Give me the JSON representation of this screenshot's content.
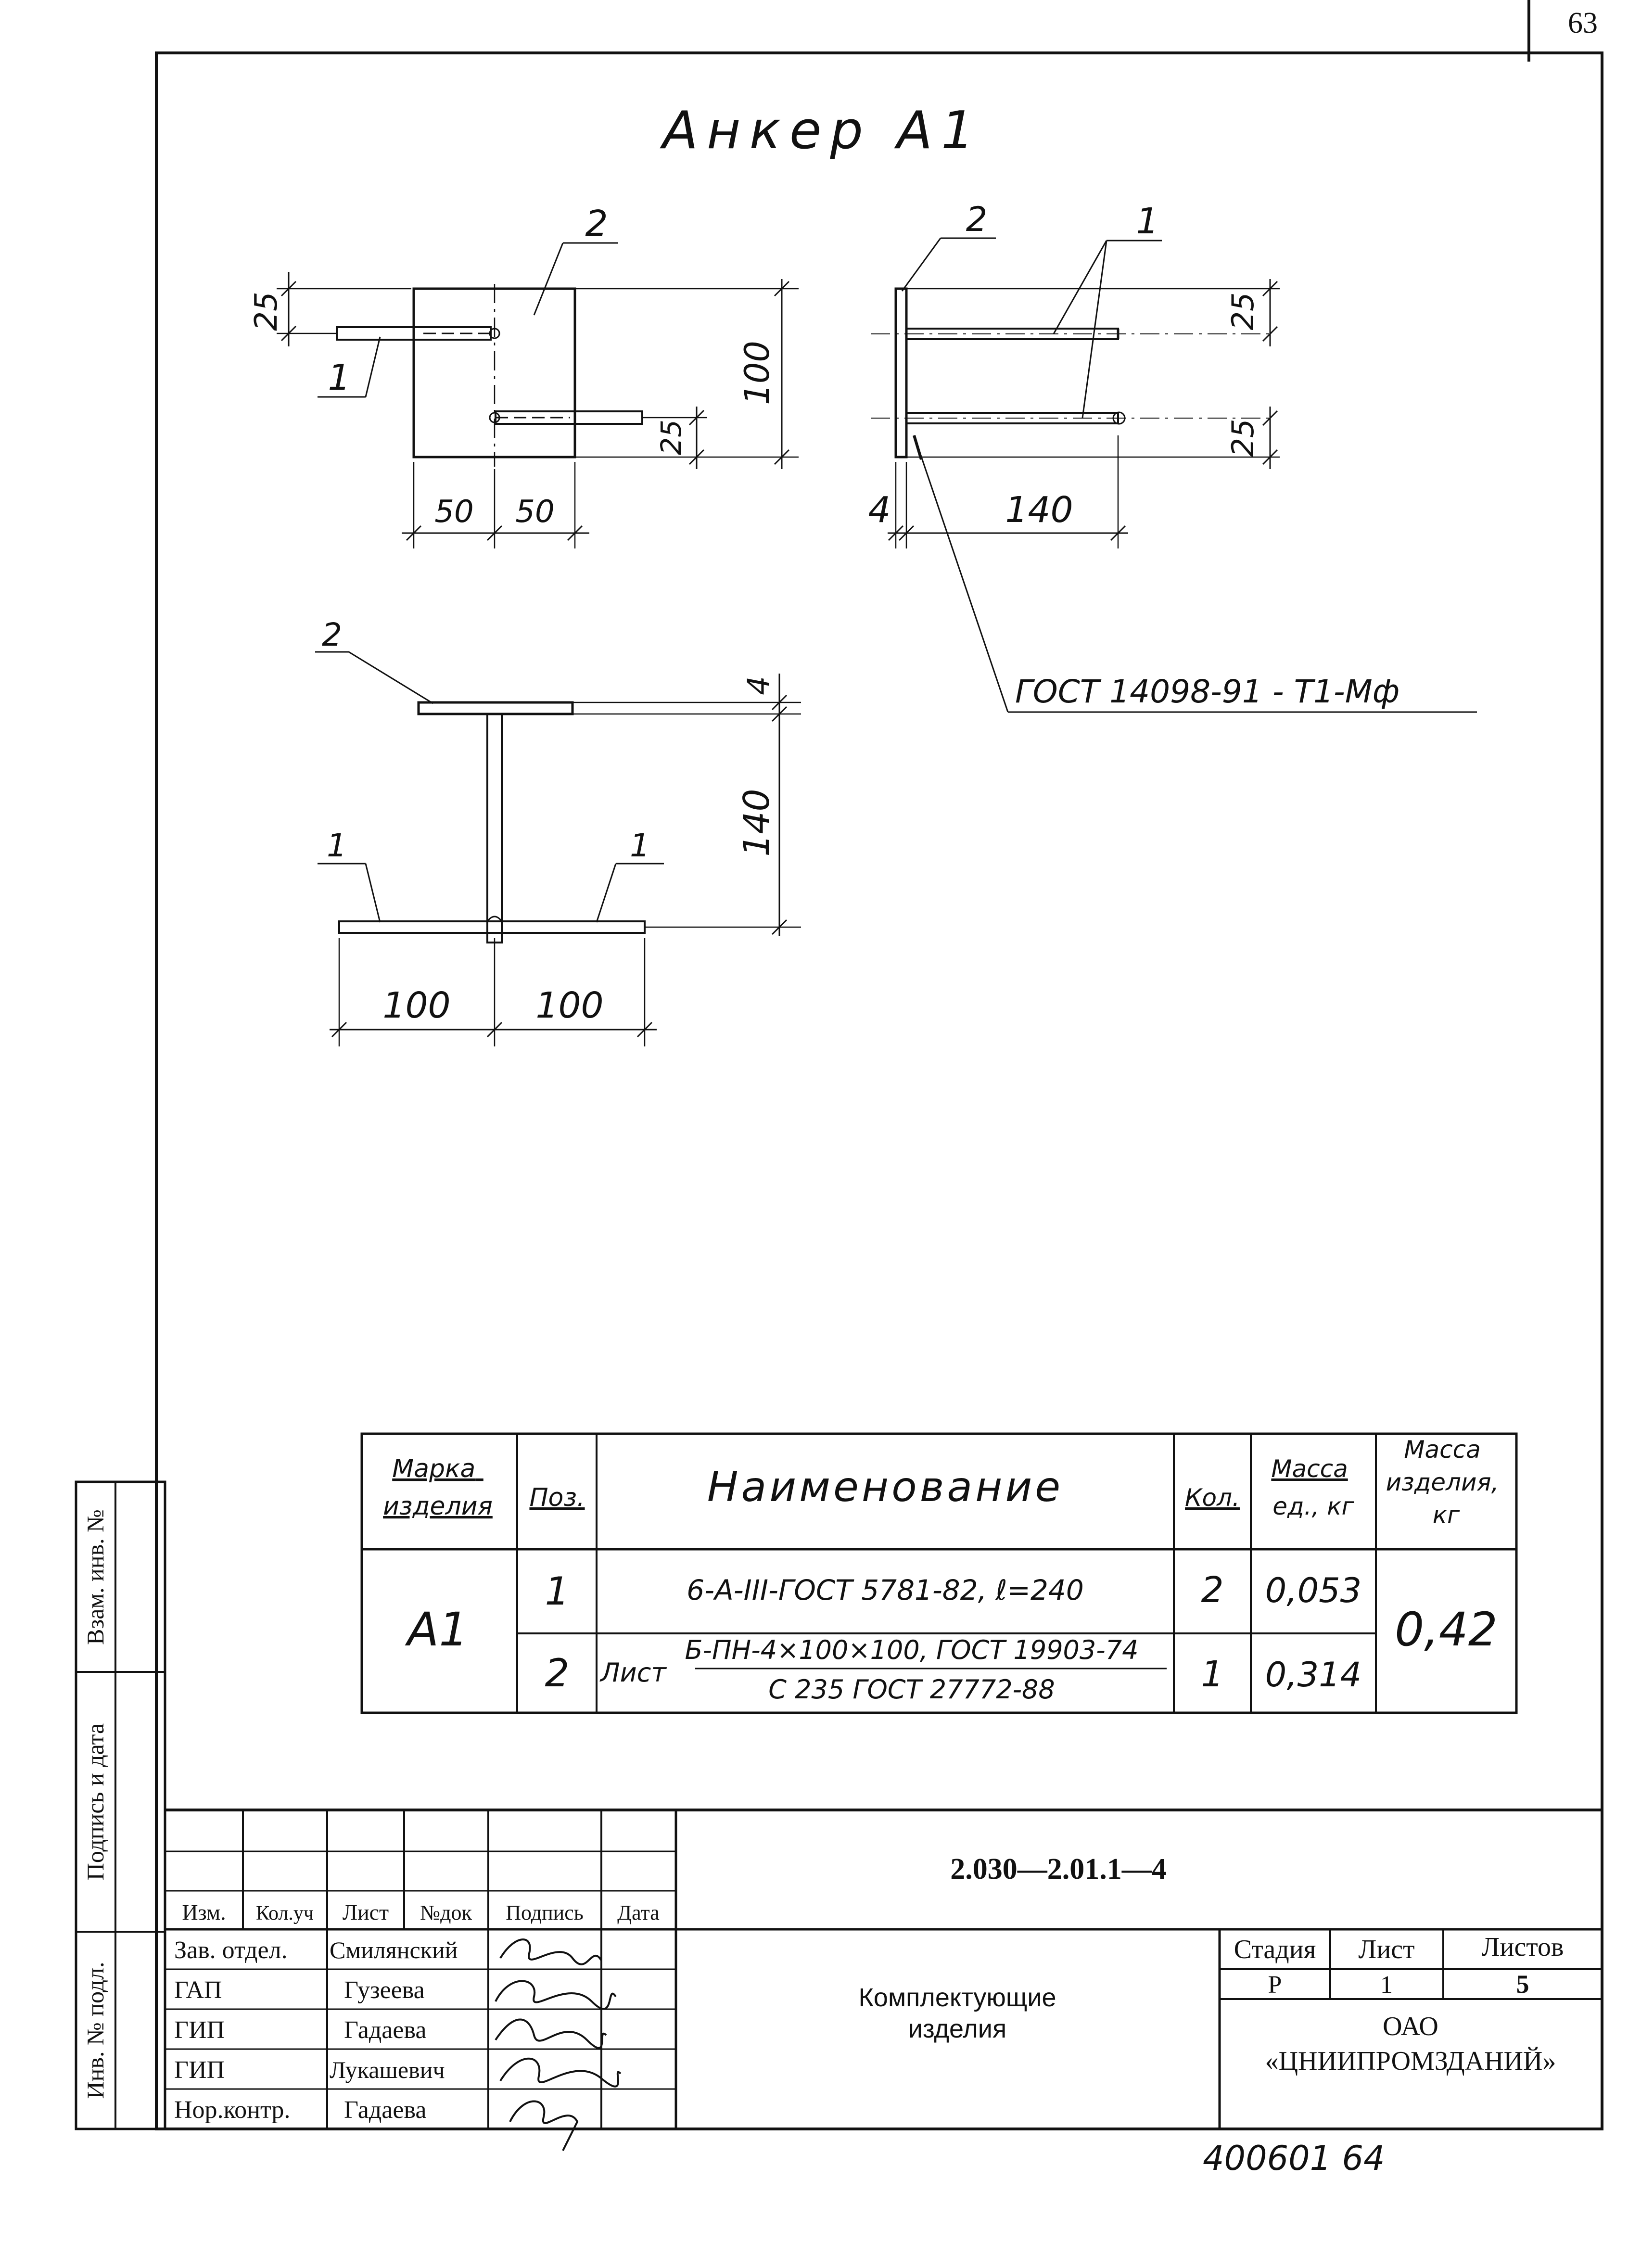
{
  "page_number": "63",
  "drawing_title": "Анкер А1",
  "dimensions": {
    "front_top_offset": "25",
    "front_bottom_offset": "25",
    "front_height": "100",
    "front_left_width": "50",
    "front_right_width": "50",
    "side_top_offset": "25",
    "side_bottom_offset": "25",
    "side_plate_thickness": "4",
    "side_bar_length": "140",
    "plan_plate_thickness": "4",
    "plan_height": "140",
    "plan_left_width": "100",
    "plan_right_width": "100"
  },
  "position_labels": {
    "bar": "1",
    "plate": "2"
  },
  "weld_note": "ГОСТ 14098-91 - Т1-Мф",
  "spec_table": {
    "headers": {
      "mark": "Марка изделия",
      "pos": "Поз.",
      "name": "Наименование",
      "qty": "Кол.",
      "unit_mass": "Масса ед., кг",
      "item_mass": "Масса изделия, кг"
    },
    "mark": "А1",
    "item_mass": "0,42",
    "rows": [
      {
        "pos": "1",
        "name": "6-А-III-ГОСТ 5781-82, ℓ=240",
        "qty": "2",
        "unit_mass": "0,053"
      },
      {
        "pos": "2",
        "name_prefix": "Лист",
        "name_top": "Б-ПН-4×100×100, ГОСТ 19903-74",
        "name_bottom": "С 235   ГОСТ 27772-88",
        "qty": "1",
        "unit_mass": "0,314"
      }
    ]
  },
  "side_stamp": {
    "vzam_inv": "Взам. инв. №",
    "podpis_data": "Подпись и дата",
    "inv_podl": "Инв. № подл."
  },
  "title_block": {
    "doc_code": "2.030—2.01.1—4",
    "headers": [
      "Изм.",
      "Кол.уч",
      "Лист",
      "№док",
      "Подпись",
      "Дата"
    ],
    "staff": [
      {
        "role": "Зав. отдел.",
        "name": "Смилянский"
      },
      {
        "role": "ГАП",
        "name": "Гузеева"
      },
      {
        "role": "ГИП",
        "name": "Гадаева"
      },
      {
        "role": "ГИП",
        "name": "Лукашевич"
      },
      {
        "role": "Нор.контр.",
        "name": "Гадаева"
      }
    ],
    "doc_name": [
      "Комплектующие",
      "изделия"
    ],
    "stage_header": "Стадия",
    "sheet_header": "Лист",
    "sheets_header": "Листов",
    "stage": "Р",
    "sheet": "1",
    "sheets": "5",
    "org": [
      "ОАО",
      "«ЦНИИПРОМЗДАНИЙ»"
    ]
  },
  "archive_number": "400601  64"
}
